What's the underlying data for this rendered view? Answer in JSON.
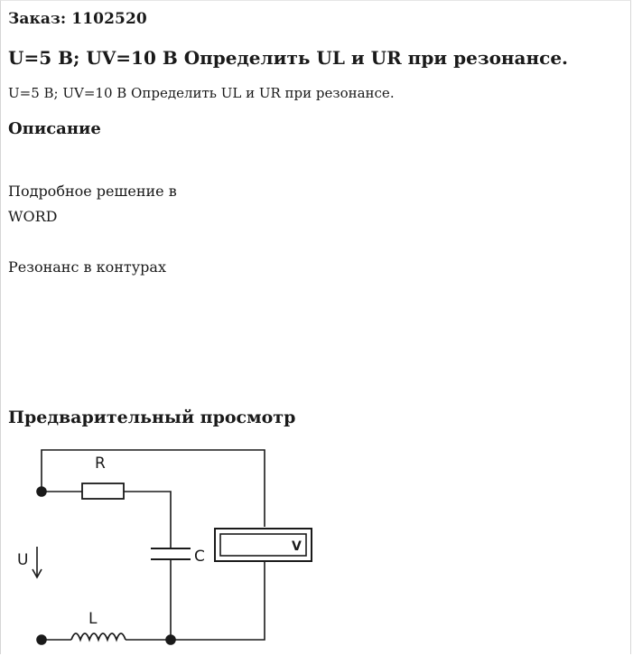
{
  "order": {
    "text": "Заказ: 1102520"
  },
  "title": "U=5 В; UV=10 В Определить UL и UR при резонансе.",
  "subtitle": "U=5 В; UV=10 В Определить UL и UR при резонансе.",
  "description": {
    "heading": "Описание",
    "line1": "Подробное решение в",
    "line2": "WORD",
    "line3": "Резонанс в контурах"
  },
  "preview": {
    "heading": "Предварительный просмотр",
    "circuit": {
      "label_r": "R",
      "label_c": "C",
      "label_l": "L",
      "label_u": "U",
      "label_v": "V"
    }
  }
}
